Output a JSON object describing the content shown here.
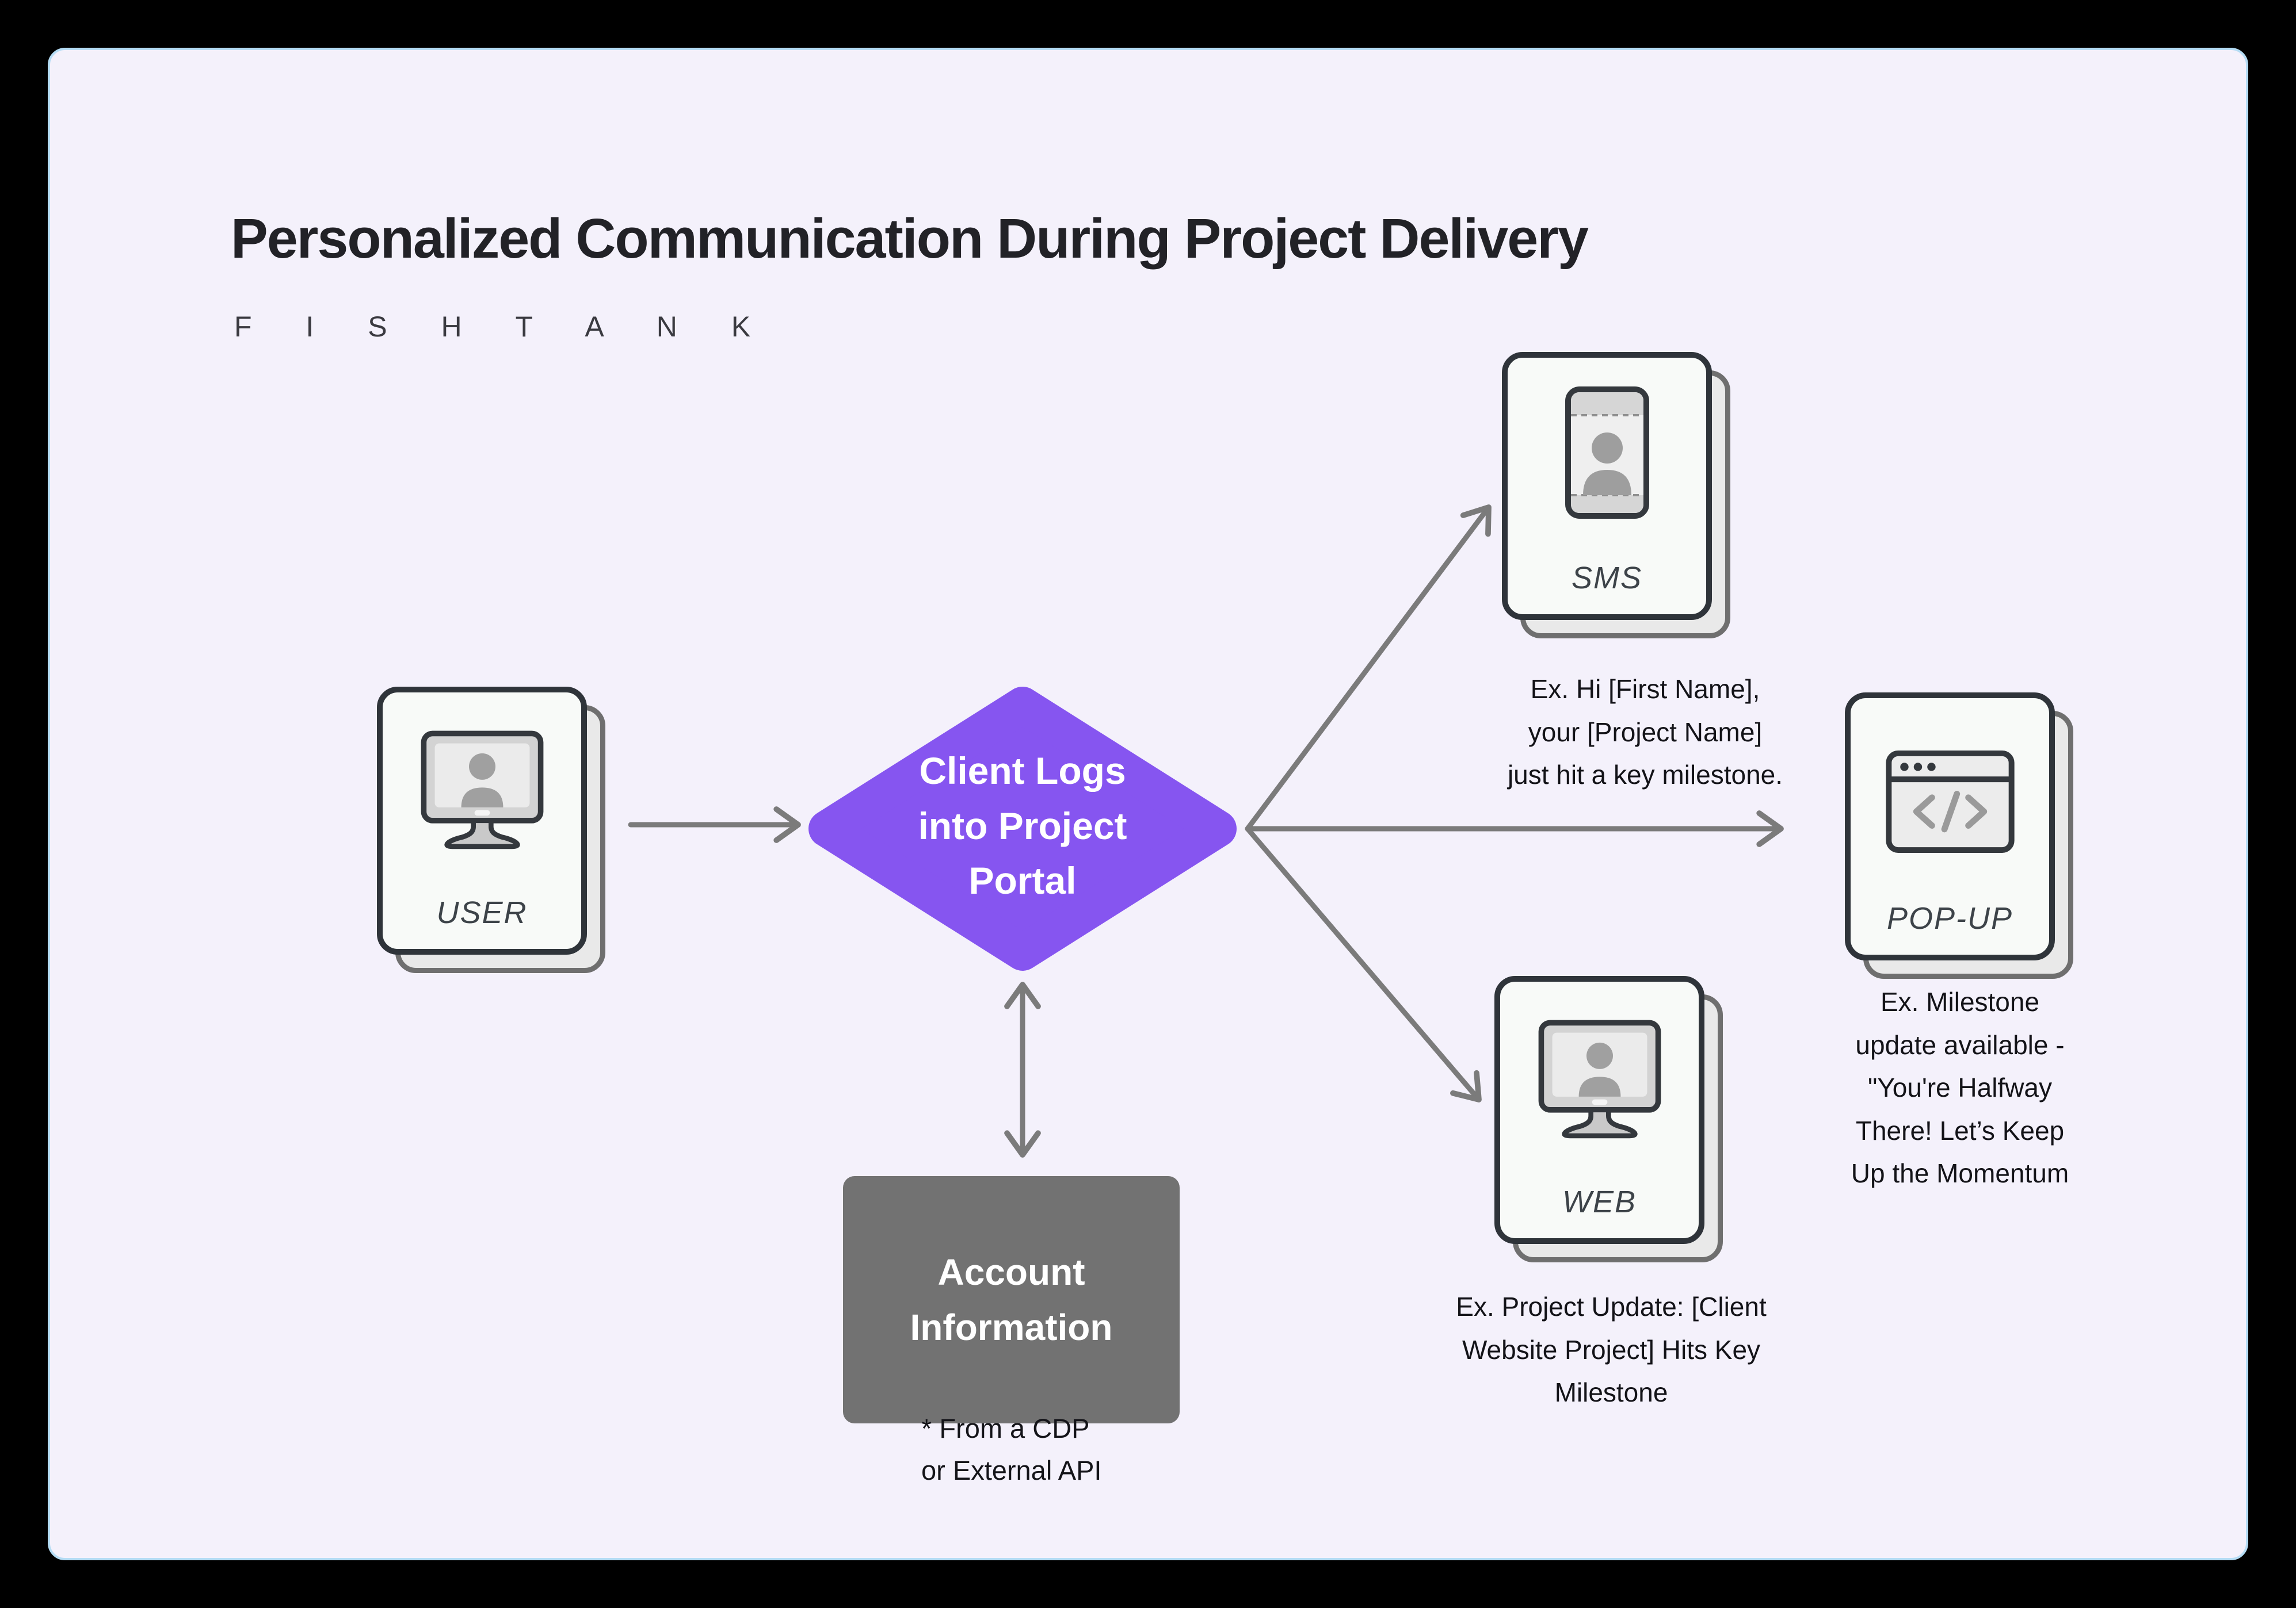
{
  "header": {
    "title": "Personalized Communication During Project Delivery",
    "brand": "F I S H T A N K"
  },
  "flow": {
    "user": {
      "label": "USER",
      "icon": "monitor-user-icon"
    },
    "decision": {
      "label": "Client Logs\ninto Project\nPortal"
    },
    "account": {
      "label": "Account\nInformation",
      "note": "* From a CDP\nor External API"
    }
  },
  "channels": [
    {
      "id": "sms",
      "label": "SMS",
      "icon": "phone-contact-icon",
      "example": "Ex. Hi [First Name],\nyour [Project Name]\njust hit a key milestone."
    },
    {
      "id": "popup",
      "label": "POP-UP",
      "icon": "browser-code-icon",
      "example": "Ex. Milestone\nupdate available -\n\"You're Halfway\nThere! Let’s Keep\nUp the Momentum"
    },
    {
      "id": "web",
      "label": "WEB",
      "icon": "monitor-user-icon",
      "example": "Ex. Project Update: [Client\nWebsite Project] Hits Key\nMilestone"
    }
  ],
  "colors": {
    "accent": "#8655f0",
    "canvas_bg": "#f4f1fb",
    "canvas_border": "#b5dcf4",
    "connector": "#7b7b7b",
    "account_box": "#727272",
    "card_outline": "#2f343a",
    "frame": "#000000"
  }
}
